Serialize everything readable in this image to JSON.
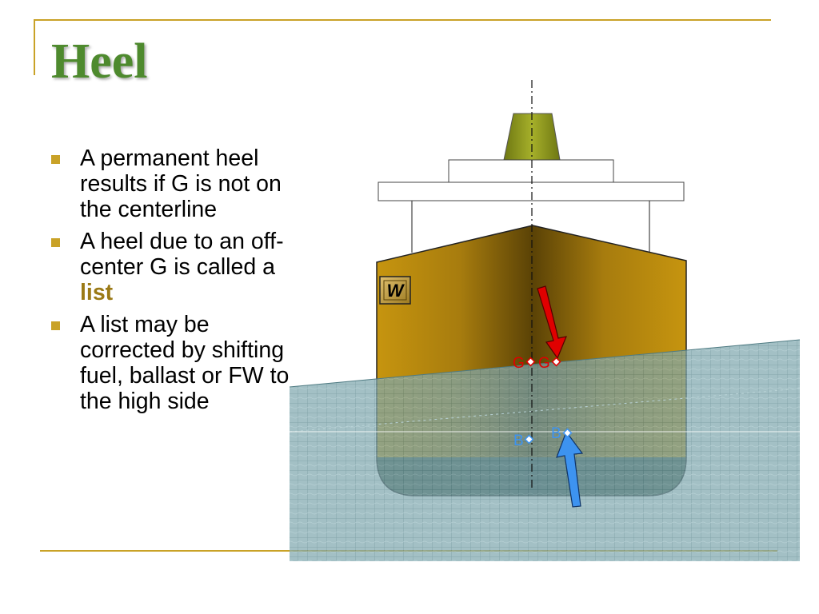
{
  "slide": {
    "title": "Heel",
    "bullets": [
      {
        "text": "A permanent heel results if G is not on the centerline"
      },
      {
        "text": "A heel due to an off-center G is called a ",
        "highlight": "list"
      },
      {
        "text": "A list may be corrected by shifting fuel, ballast or FW to the high side"
      }
    ]
  },
  "diagram": {
    "weight_label": "W",
    "labels": {
      "g_original": "G",
      "g_shifted": "G",
      "b_original": "B",
      "b_shifted": "B"
    },
    "colors": {
      "accent": "#C9A227",
      "title": "#4E8A2E",
      "hull": "#B8860B",
      "funnel": "#8F9A1C",
      "water": "#7FA7AE",
      "gravity_arrow": "#E00000",
      "buoyancy_arrow": "#3D93F0"
    }
  }
}
